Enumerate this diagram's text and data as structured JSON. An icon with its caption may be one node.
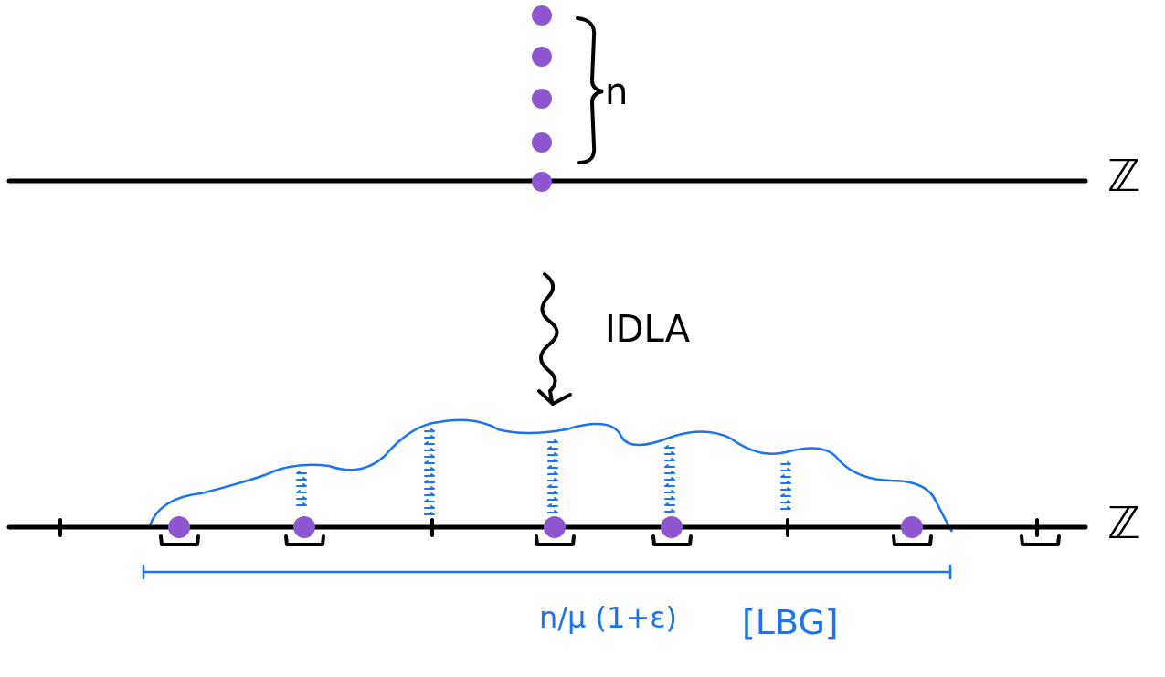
{
  "diagram": {
    "labels": [
      "n",
      "ℤ",
      "IDLA",
      "ℤ",
      "n/μ (1+ε)",
      "[LBG]"
    ]
  }
}
